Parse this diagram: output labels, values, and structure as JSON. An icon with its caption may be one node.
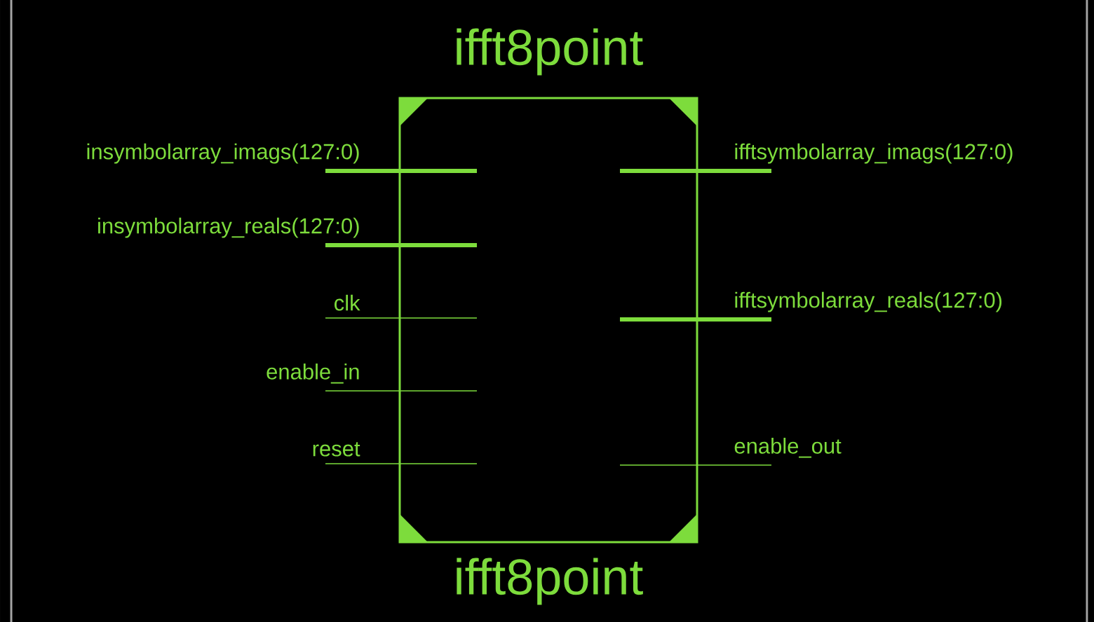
{
  "diagram": {
    "nodes": [
      {
        "text": [
          "ifft8point",
          "ifft8point"
        ]
      }
    ],
    "labels": [
      "insymbolarray_imags(127:0)",
      "ifftsymbolarray_imags(127:0)",
      "insymbolarray_reals(127:0)",
      "clk",
      "ifftsymbolarray_reals(127:0)",
      "enable_in",
      "reset",
      "enable_out"
    ]
  }
}
